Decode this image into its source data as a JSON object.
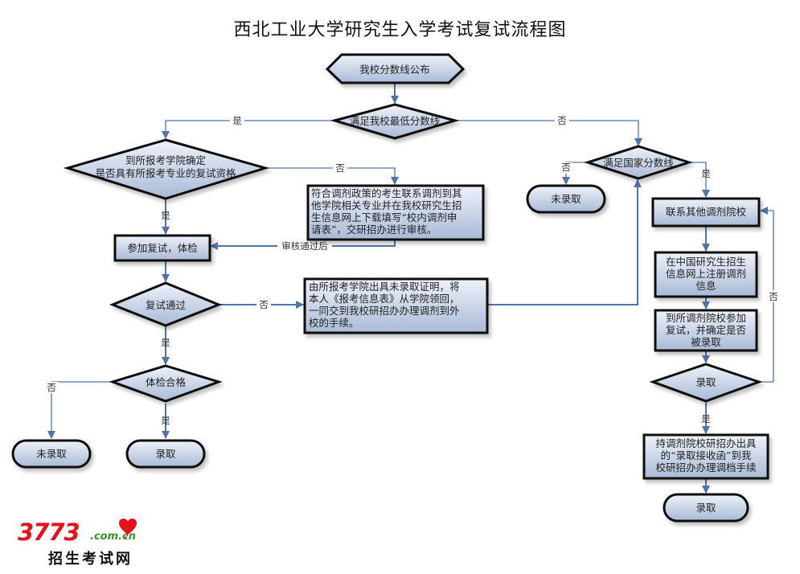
{
  "title": "西北工业大学研究生入学考试复试流程图",
  "colors": {
    "node_fill_top": "#eef2fa",
    "node_fill_bottom": "#a9bad6",
    "node_stroke": "#111111",
    "edge": "#4f74a8",
    "logo_red": "#e3131b",
    "logo_green": "#2f9a2a"
  },
  "nodes": {
    "start": {
      "type": "hexagon",
      "text": [
        "我校分数线公布"
      ]
    },
    "d_school_line": {
      "type": "decision",
      "text": [
        "满足我校最低分数线"
      ]
    },
    "d_qualify": {
      "type": "decision",
      "text": [
        "到所报考学院确定",
        "是否具有所报考专业的复试资格"
      ]
    },
    "p_internal_adjust": {
      "type": "process",
      "text": [
        "符合调剂政策的考生联系调剂到其",
        "他学院相关专业并在我校研究生招",
        "生信息网上下载填写“校内调剂申",
        "请表”，交研招办进行审核。"
      ]
    },
    "p_retest": {
      "type": "process",
      "text": [
        "参加复试，体检"
      ]
    },
    "d_retest_pass": {
      "type": "decision",
      "text": [
        "复试通过"
      ]
    },
    "p_external_proc": {
      "type": "process",
      "text": [
        "由所报考学院出具未录取证明，将",
        "本人《报考信息表》从学院领回，",
        "一同交到我校研招办办理调剂到外",
        "校的手续。"
      ]
    },
    "d_health": {
      "type": "decision",
      "text": [
        "体检合格"
      ]
    },
    "t_reject_left": {
      "type": "terminal",
      "text": [
        "未录取"
      ]
    },
    "t_admit_left": {
      "type": "terminal",
      "text": [
        "录取"
      ]
    },
    "d_national_line": {
      "type": "decision",
      "text": [
        "满足国家分数线"
      ]
    },
    "t_reject_right": {
      "type": "terminal",
      "text": [
        "未录取"
      ]
    },
    "p_contact": {
      "type": "process",
      "text": [
        "联系其他调剂院校"
      ]
    },
    "p_register": {
      "type": "process",
      "text": [
        "在中国研究生招生",
        "信息网上注册调剂",
        "信息"
      ]
    },
    "p_attend": {
      "type": "process",
      "text": [
        "到所调剂院校参加",
        "复试，并确定是否",
        "被录取"
      ]
    },
    "d_admitted": {
      "type": "decision",
      "text": [
        "录取"
      ]
    },
    "p_transfer": {
      "type": "process",
      "text": [
        "持调剂院校研招办出具",
        "的“录取接收函”到我",
        "校研招办办理调档手续"
      ]
    },
    "t_admit_right": {
      "type": "terminal",
      "text": [
        "录取"
      ]
    }
  },
  "edge_labels": {
    "yes": "是",
    "no": "否",
    "after_review": "审核通过后"
  },
  "logo": {
    "number": "3773",
    "domain": ".com.cn",
    "name": "招生考试网"
  }
}
